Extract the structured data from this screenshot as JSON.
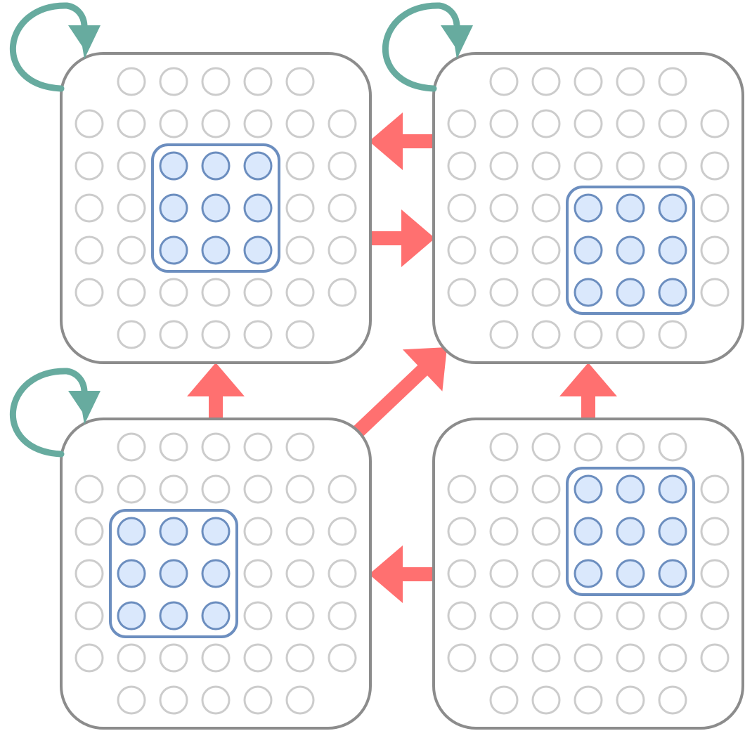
{
  "diagram": {
    "panels": [
      {
        "id": "top-left",
        "highlight_rows": [
          2,
          4
        ],
        "highlight_cols": [
          2,
          4
        ],
        "self_loop": true
      },
      {
        "id": "top-right",
        "highlight_rows": [
          3,
          5
        ],
        "highlight_cols": [
          3,
          5
        ],
        "self_loop": true
      },
      {
        "id": "bottom-left",
        "highlight_rows": [
          2,
          4
        ],
        "highlight_cols": [
          1,
          3
        ],
        "self_loop": true
      },
      {
        "id": "bottom-right",
        "highlight_rows": [
          1,
          3
        ],
        "highlight_cols": [
          3,
          5
        ],
        "self_loop": false
      }
    ],
    "transitions": [
      {
        "from": "top-right",
        "to": "top-left"
      },
      {
        "from": "top-left",
        "to": "top-right"
      },
      {
        "from": "bottom-left",
        "to": "top-left"
      },
      {
        "from": "bottom-left",
        "to": "top-right"
      },
      {
        "from": "bottom-right",
        "to": "top-right"
      },
      {
        "from": "bottom-right",
        "to": "bottom-left"
      }
    ],
    "colors": {
      "panel_border": "#8c8c8c",
      "empty_dot": "#cccccc",
      "highlight_border": "#6c8ebf",
      "highlight_fill": "#dae8fc",
      "transition_arrow": "#ff7070",
      "self_loop": "#67ab9f"
    }
  }
}
